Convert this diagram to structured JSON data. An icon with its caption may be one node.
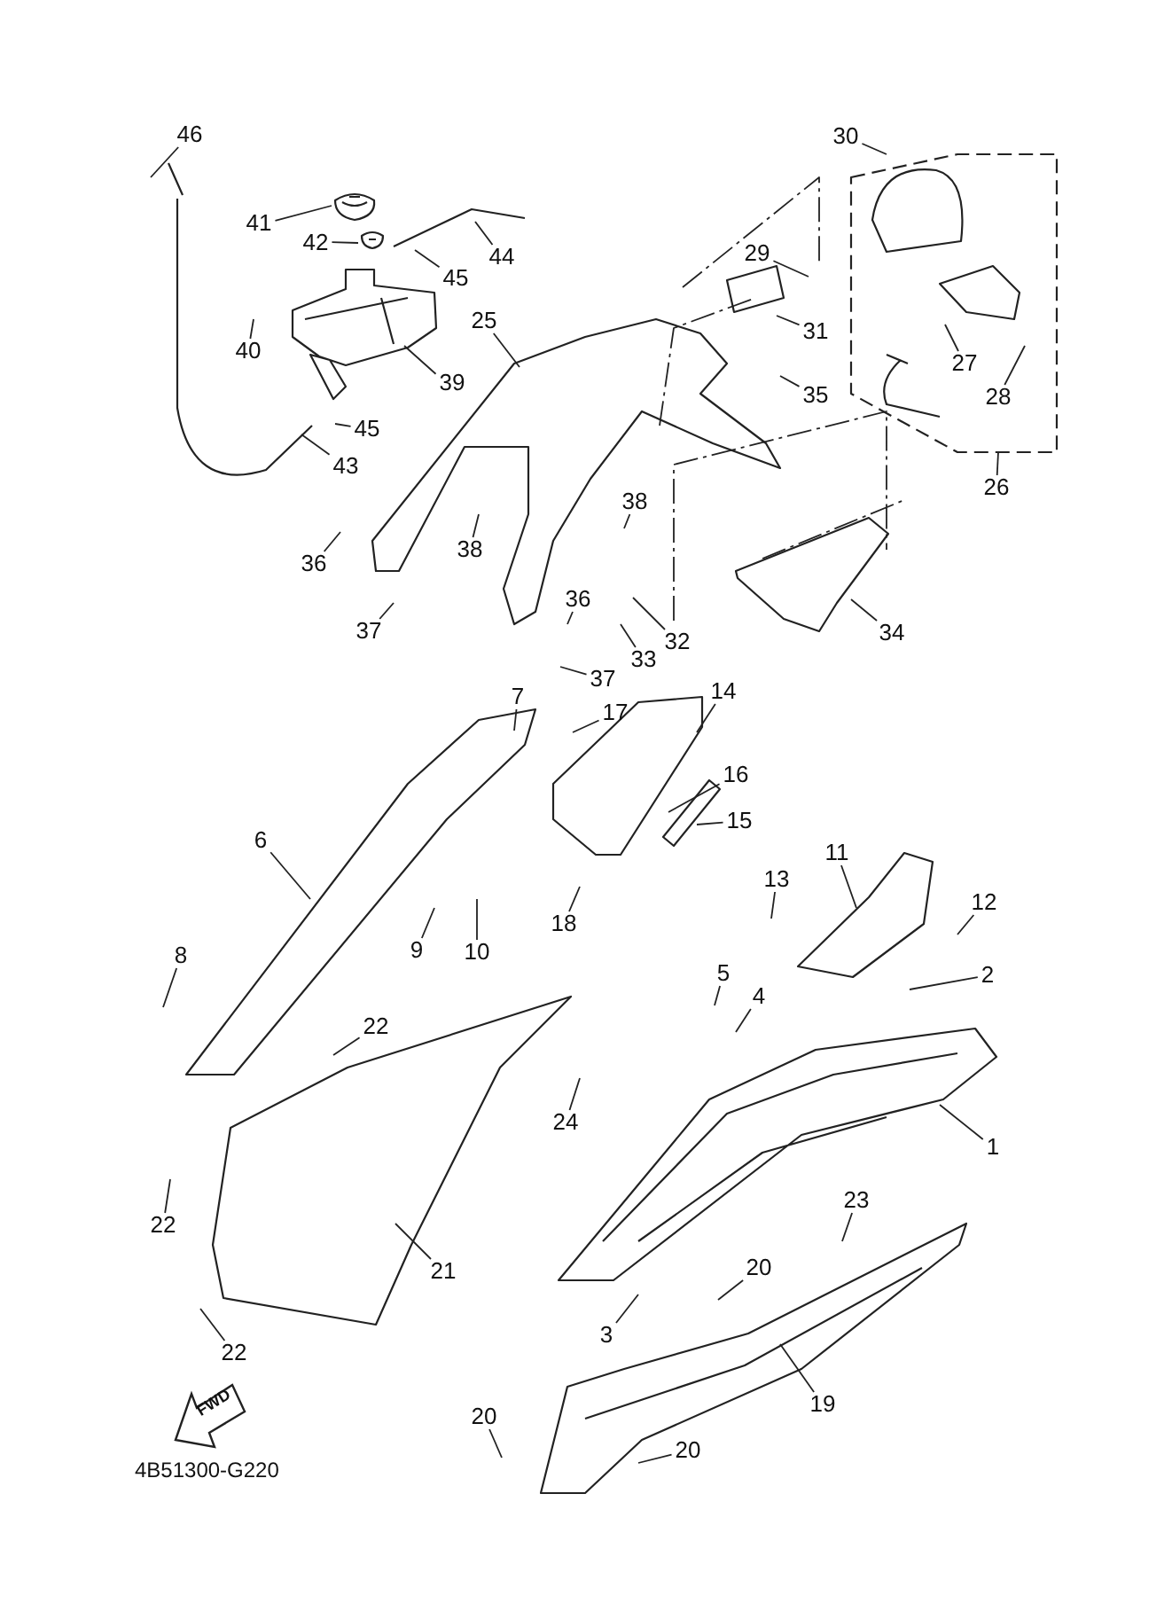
{
  "diagram": {
    "nodes": [
      {
        "text": [
          "46"
        ]
      },
      {
        "text": [
          "41"
        ]
      },
      {
        "text": [
          "42"
        ]
      },
      {
        "text": [
          "44"
        ]
      },
      {
        "text": [
          "45"
        ]
      },
      {
        "text": [
          "40"
        ]
      },
      {
        "text": [
          "39"
        ]
      },
      {
        "text": [
          "45"
        ]
      },
      {
        "text": [
          "43"
        ]
      },
      {
        "text": [
          "25"
        ]
      },
      {
        "text": [
          "30"
        ]
      },
      {
        "text": [
          "29"
        ]
      },
      {
        "text": [
          "31"
        ]
      },
      {
        "text": [
          "35"
        ]
      },
      {
        "text": [
          "27"
        ]
      },
      {
        "text": [
          "28"
        ]
      },
      {
        "text": [
          "26"
        ]
      },
      {
        "text": [
          "36"
        ]
      },
      {
        "text": [
          "38"
        ]
      },
      {
        "text": [
          "38"
        ]
      },
      {
        "text": [
          "37"
        ]
      },
      {
        "text": [
          "36"
        ]
      },
      {
        "text": [
          "33"
        ]
      },
      {
        "text": [
          "32"
        ]
      },
      {
        "text": [
          "37"
        ]
      },
      {
        "text": [
          "34"
        ]
      },
      {
        "text": [
          "7"
        ]
      },
      {
        "text": [
          "17"
        ]
      },
      {
        "text": [
          "14"
        ]
      },
      {
        "text": [
          "16"
        ]
      },
      {
        "text": [
          "15"
        ]
      },
      {
        "text": [
          "6"
        ]
      },
      {
        "text": [
          "9"
        ]
      },
      {
        "text": [
          "10"
        ]
      },
      {
        "text": [
          "18"
        ]
      },
      {
        "text": [
          "11"
        ]
      },
      {
        "text": [
          "13"
        ]
      },
      {
        "text": [
          "12"
        ]
      },
      {
        "text": [
          "8"
        ]
      },
      {
        "text": [
          "5"
        ]
      },
      {
        "text": [
          "4"
        ]
      },
      {
        "text": [
          "2"
        ]
      },
      {
        "text": [
          "22"
        ]
      },
      {
        "text": [
          "24"
        ]
      },
      {
        "text": [
          "1"
        ]
      },
      {
        "text": [
          "22"
        ]
      },
      {
        "text": [
          "21"
        ]
      },
      {
        "text": [
          "23"
        ]
      },
      {
        "text": [
          "20"
        ]
      },
      {
        "text": [
          "3"
        ]
      },
      {
        "text": [
          "22"
        ]
      },
      {
        "text": [
          "19"
        ]
      },
      {
        "text": [
          "20"
        ]
      },
      {
        "text": [
          "20"
        ]
      },
      {
        "text": [],
        "shape": "picture"
      },
      {
        "text": [],
        "shape": "picture"
      },
      {
        "text": [],
        "shape": "picture"
      }
    ],
    "edges": [
      {
        "from": 0,
        "to": null,
        "arrow": "none"
      },
      {
        "from": 1,
        "to": 54,
        "arrow": "none"
      },
      {
        "from": 2,
        "to": 55,
        "arrow": "none"
      },
      {
        "from": 3,
        "to": null,
        "arrow": "none"
      },
      {
        "from": 4,
        "to": null,
        "arrow": "none"
      },
      {
        "from": 5,
        "to": null,
        "arrow": "none"
      },
      {
        "from": 6,
        "to": 56,
        "arrow": "none"
      },
      {
        "from": 7,
        "to": null,
        "arrow": "none"
      },
      {
        "from": 8,
        "to": null,
        "arrow": "none"
      },
      {
        "from": 9,
        "to": null,
        "arrow": "none"
      },
      {
        "from": 10,
        "to": null,
        "arrow": "none"
      },
      {
        "from": 11,
        "to": null,
        "arrow": "none"
      },
      {
        "from": 12,
        "to": null,
        "arrow": "none"
      },
      {
        "from": 13,
        "to": null,
        "arrow": "none"
      },
      {
        "from": 14,
        "to": null,
        "arrow": "none"
      },
      {
        "from": 15,
        "to": null,
        "arrow": "none"
      },
      {
        "from": 16,
        "to": null,
        "arrow": "none"
      },
      {
        "from": 17,
        "to": null,
        "arrow": "none"
      },
      {
        "from": 18,
        "to": null,
        "arrow": "none"
      },
      {
        "from": 19,
        "to": null,
        "arrow": "none"
      },
      {
        "from": 20,
        "to": null,
        "arrow": "none"
      },
      {
        "from": 21,
        "to": null,
        "arrow": "none"
      },
      {
        "from": 22,
        "to": null,
        "arrow": "none"
      },
      {
        "from": 23,
        "to": null,
        "arrow": "none"
      },
      {
        "from": 24,
        "to": null,
        "arrow": "none"
      },
      {
        "from": 25,
        "to": null,
        "arrow": "none"
      },
      {
        "from": 26,
        "to": null,
        "arrow": "none"
      },
      {
        "from": 27,
        "to": null,
        "arrow": "none"
      },
      {
        "from": 28,
        "to": null,
        "arrow": "none"
      },
      {
        "from": 29,
        "to": null,
        "arrow": "none"
      },
      {
        "from": 30,
        "to": null,
        "arrow": "none"
      },
      {
        "from": 31,
        "to": null,
        "arrow": "none"
      },
      {
        "from": 32,
        "to": null,
        "arrow": "none"
      },
      {
        "from": 33,
        "to": null,
        "arrow": "none"
      },
      {
        "from": 34,
        "to": null,
        "arrow": "none"
      },
      {
        "from": 35,
        "to": null,
        "arrow": "none"
      },
      {
        "from": 36,
        "to": null,
        "arrow": "none"
      },
      {
        "from": 37,
        "to": null,
        "arrow": "none"
      },
      {
        "from": 38,
        "to": null,
        "arrow": "none"
      },
      {
        "from": 39,
        "to": null,
        "arrow": "none"
      },
      {
        "from": 40,
        "to": null,
        "arrow": "none"
      },
      {
        "from": 41,
        "to": null,
        "arrow": "none"
      },
      {
        "from": 42,
        "to": null,
        "arrow": "none"
      },
      {
        "from": 43,
        "to": null,
        "arrow": "none"
      },
      {
        "from": 44,
        "to": null,
        "arrow": "none"
      },
      {
        "from": 45,
        "to": null,
        "arrow": "none"
      },
      {
        "from": 46,
        "to": null,
        "arrow": "none"
      },
      {
        "from": 47,
        "to": null,
        "arrow": "none"
      },
      {
        "from": 48,
        "to": null,
        "arrow": "none"
      },
      {
        "from": 49,
        "to": null,
        "arrow": "none"
      },
      {
        "from": 50,
        "to": null,
        "arrow": "none"
      },
      {
        "from": 51,
        "to": null,
        "arrow": "none"
      },
      {
        "from": 52,
        "to": null,
        "arrow": "none"
      },
      {
        "from": 53,
        "to": null,
        "arrow": "none"
      }
    ],
    "labels": [
      "FWD",
      "4B51300-G220"
    ]
  }
}
